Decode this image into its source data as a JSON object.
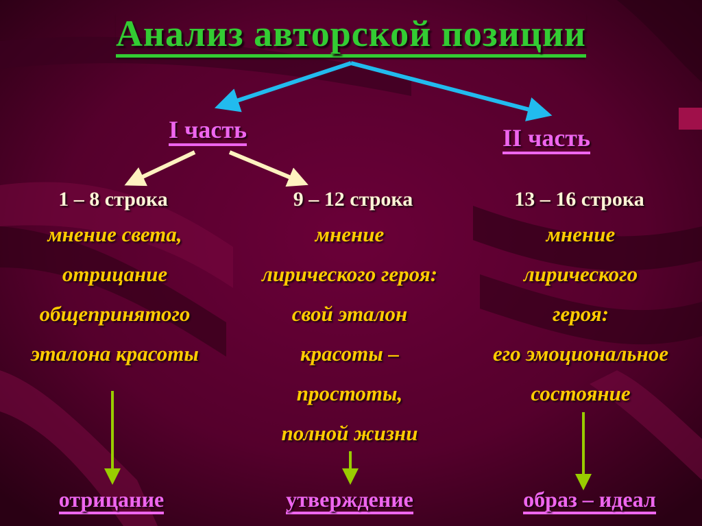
{
  "title": "Анализ авторской позиции",
  "parts": [
    {
      "label": "I часть"
    },
    {
      "label": "II часть"
    }
  ],
  "columns": [
    {
      "heading": "1 – 8 строка",
      "description_lines": [
        "мнение света,",
        "отрицание",
        "общепринятого",
        "эталона красоты"
      ],
      "result": "отрицание"
    },
    {
      "heading": "9 – 12 строка",
      "description_lines": [
        "мнение",
        "лирического героя:",
        "свой эталон",
        "красоты –",
        "простоты,",
        "полной жизни"
      ],
      "result": "утверждение"
    },
    {
      "heading": "13 – 16 строка",
      "description_lines": [
        "мнение",
        "лирического",
        "героя:",
        "его эмоциональное",
        "состояние"
      ],
      "result": "образ – идеал"
    }
  ],
  "colors": {
    "background": "#5a0030",
    "title": "#33cc33",
    "part_label": "#ee66ee",
    "row_heading": "#fff4d6",
    "description": "#ffcc00",
    "result": "#ee66ee",
    "top_arrows": "#22bbee",
    "sub_arrows": "#fff2c0",
    "down_arrows": "#99cc00"
  }
}
